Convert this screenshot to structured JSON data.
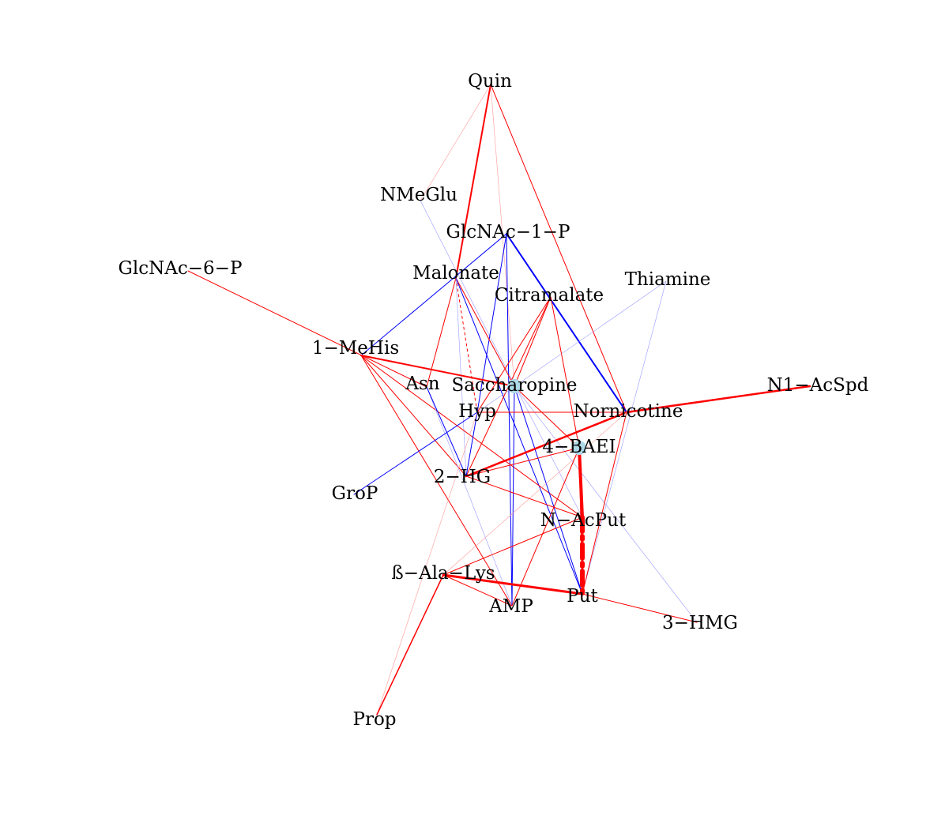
{
  "colors": {
    "positive": "#ff0000",
    "positive_light": "#ff9999",
    "negative": "#0000ff",
    "negative_light": "#9999ff",
    "node_highlight": "#add8e6",
    "label": "#000000"
  },
  "nodes": [
    {
      "id": "Quin",
      "label": "Quin",
      "highlight": false
    },
    {
      "id": "NMeGlu",
      "label": "NMeGlu",
      "highlight": false
    },
    {
      "id": "GlcNAc1P",
      "label": "GlcNAc−1−P",
      "highlight": false
    },
    {
      "id": "GlcNAc6P",
      "label": "GlcNAc−6−P",
      "highlight": false
    },
    {
      "id": "Malonate",
      "label": "Malonate",
      "highlight": false
    },
    {
      "id": "Thiamine",
      "label": "Thiamine",
      "highlight": false
    },
    {
      "id": "Citramalate",
      "label": "Citramalate",
      "highlight": false
    },
    {
      "id": "MeHis",
      "label": "1−MeHis",
      "highlight": false
    },
    {
      "id": "Asn",
      "label": "Asn",
      "highlight": false
    },
    {
      "id": "Saccharopine",
      "label": "Saccharopine",
      "highlight": true
    },
    {
      "id": "N1AcSpd",
      "label": "N1−AcSpd",
      "highlight": false
    },
    {
      "id": "Hyp",
      "label": "Hyp",
      "highlight": false
    },
    {
      "id": "Nornicotine",
      "label": "Nornicotine",
      "highlight": false
    },
    {
      "id": "BAEI",
      "label": "4−BAEI",
      "highlight": true
    },
    {
      "id": "HG",
      "label": "2−HG",
      "highlight": false
    },
    {
      "id": "GroP",
      "label": "GroP",
      "highlight": false
    },
    {
      "id": "NAcPut",
      "label": "N−AcPut",
      "highlight": false
    },
    {
      "id": "AlaLys",
      "label": "ß−Ala−Lys",
      "highlight": false
    },
    {
      "id": "AMP",
      "label": "AMP",
      "highlight": false
    },
    {
      "id": "Put",
      "label": "Put",
      "highlight": false
    },
    {
      "id": "HMG",
      "label": "3−HMG",
      "highlight": false
    },
    {
      "id": "Prop",
      "label": "Prop",
      "highlight": false
    }
  ],
  "edges": [
    {
      "source": "Quin",
      "target": "Malonate",
      "sign": "positive",
      "weight": 2
    },
    {
      "source": "Quin",
      "target": "Nornicotine",
      "sign": "positive",
      "weight": 1
    },
    {
      "source": "Quin",
      "target": "NMeGlu",
      "sign": "positive",
      "weight": 0.5
    },
    {
      "source": "Quin",
      "target": "Saccharopine",
      "sign": "positive",
      "weight": 0.5
    },
    {
      "source": "NMeGlu",
      "target": "NAcPut",
      "sign": "negative",
      "weight": 0.5
    },
    {
      "source": "GlcNAc1P",
      "target": "Nornicotine",
      "sign": "negative",
      "weight": 2
    },
    {
      "source": "GlcNAc1P",
      "target": "AMP",
      "sign": "negative",
      "weight": 1
    },
    {
      "source": "GlcNAc1P",
      "target": "MeHis",
      "sign": "negative",
      "weight": 1
    },
    {
      "source": "GlcNAc1P",
      "target": "Hyp",
      "sign": "negative",
      "weight": 1
    },
    {
      "source": "GlcNAc6P",
      "target": "Asn",
      "sign": "positive",
      "weight": 1
    },
    {
      "source": "Malonate",
      "target": "Saccharopine",
      "sign": "positive",
      "weight": 1
    },
    {
      "source": "Malonate",
      "target": "Hyp",
      "sign": "positive",
      "weight": 1,
      "dashed": true
    },
    {
      "source": "Malonate",
      "target": "Asn",
      "sign": "positive",
      "weight": 1
    },
    {
      "source": "Malonate",
      "target": "Put",
      "sign": "negative",
      "weight": 1
    },
    {
      "source": "Malonate",
      "target": "HG",
      "sign": "negative",
      "weight": 0.5
    },
    {
      "source": "Citramalate",
      "target": "Saccharopine",
      "sign": "positive",
      "weight": 1
    },
    {
      "source": "Citramalate",
      "target": "Hyp",
      "sign": "positive",
      "weight": 1
    },
    {
      "source": "Citramalate",
      "target": "HG",
      "sign": "positive",
      "weight": 1
    },
    {
      "source": "Citramalate",
      "target": "BAEI",
      "sign": "positive",
      "weight": 1
    },
    {
      "source": "Thiamine",
      "target": "Hyp",
      "sign": "negative",
      "weight": 0.5
    },
    {
      "source": "Thiamine",
      "target": "Put",
      "sign": "negative",
      "weight": 0.5
    },
    {
      "source": "MeHis",
      "target": "Saccharopine",
      "sign": "positive",
      "weight": 2
    },
    {
      "source": "MeHis",
      "target": "HG",
      "sign": "positive",
      "weight": 1
    },
    {
      "source": "MeHis",
      "target": "AMP",
      "sign": "positive",
      "weight": 1
    },
    {
      "source": "MeHis",
      "target": "NAcPut",
      "sign": "positive",
      "weight": 1
    },
    {
      "source": "Asn",
      "target": "AMP",
      "sign": "negative",
      "weight": 0.5
    },
    {
      "source": "Asn",
      "target": "HG",
      "sign": "negative",
      "weight": 1
    },
    {
      "source": "Saccharopine",
      "target": "AMP",
      "sign": "negative",
      "weight": 1
    },
    {
      "source": "Saccharopine",
      "target": "Put",
      "sign": "negative",
      "weight": 1
    },
    {
      "source": "Saccharopine",
      "target": "HMG",
      "sign": "negative",
      "weight": 0.5
    },
    {
      "source": "Saccharopine",
      "target": "BAEI",
      "sign": "positive",
      "weight": 1
    },
    {
      "source": "Hyp",
      "target": "Nornicotine",
      "sign": "positive",
      "weight": 1
    },
    {
      "source": "Hyp",
      "target": "GroP",
      "sign": "negative",
      "weight": 1
    },
    {
      "source": "Hyp",
      "target": "HG",
      "sign": "negative",
      "weight": 1
    },
    {
      "source": "Hyp",
      "target": "Prop",
      "sign": "positive",
      "weight": 0.5
    },
    {
      "source": "Nornicotine",
      "target": "N1AcSpd",
      "sign": "positive",
      "weight": 2.5
    },
    {
      "source": "Nornicotine",
      "target": "HG",
      "sign": "positive",
      "weight": 2.5
    },
    {
      "source": "Nornicotine",
      "target": "Put",
      "sign": "positive",
      "weight": 1
    },
    {
      "source": "Nornicotine",
      "target": "AlaLys",
      "sign": "positive",
      "weight": 0.5
    },
    {
      "source": "BAEI",
      "target": "NAcPut",
      "sign": "positive",
      "weight": 4
    },
    {
      "source": "BAEI",
      "target": "AMP",
      "sign": "positive",
      "weight": 1
    },
    {
      "source": "BAEI",
      "target": "HG",
      "sign": "positive",
      "weight": 1
    },
    {
      "source": "NAcPut",
      "target": "Put",
      "sign": "positive",
      "weight": 6,
      "dashed": true
    },
    {
      "source": "NAcPut",
      "target": "AlaLys",
      "sign": "positive",
      "weight": 1
    },
    {
      "source": "HG",
      "target": "NAcPut",
      "sign": "positive",
      "weight": 1
    },
    {
      "source": "AlaLys",
      "target": "Put",
      "sign": "positive",
      "weight": 3
    },
    {
      "source": "AlaLys",
      "target": "AMP",
      "sign": "positive",
      "weight": 1
    },
    {
      "source": "AlaLys",
      "target": "Prop",
      "sign": "positive",
      "weight": 1.5
    },
    {
      "source": "Put",
      "target": "BAEI",
      "sign": "positive",
      "weight": 1
    },
    {
      "source": "Put",
      "target": "HMG",
      "sign": "positive",
      "weight": 1
    }
  ]
}
